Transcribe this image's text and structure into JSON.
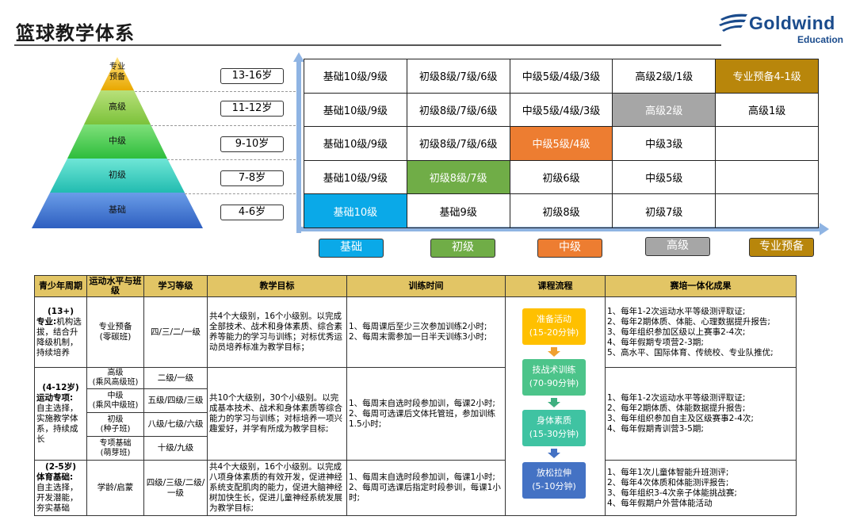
{
  "header": {
    "title": "篮球教学体系",
    "logo_text": "Goldwind",
    "logo_sub": "Education",
    "brand_color": "#1a4b8c"
  },
  "pyramid": {
    "levels": [
      "专业\n预备",
      "高级",
      "中级",
      "初级",
      "基础"
    ],
    "ages": [
      "13-16岁",
      "11-12岁",
      "9-10岁",
      "7-8岁",
      "4-6岁"
    ]
  },
  "level_grid": {
    "rows": [
      [
        "基础10级/9级",
        "初级8级/7级/6级",
        "中级5级/4级/3级",
        "高级2级/1级",
        "专业预备4-1级"
      ],
      [
        "基础10级/9级",
        "初级8级/7级/6级",
        "中级5级/4级/3级",
        "高级2级",
        "高级1级"
      ],
      [
        "基础10级/9级",
        "初级8级/7级/6级",
        "中级5级/4级",
        "中级3级",
        ""
      ],
      [
        "基础10级/9级",
        "初级8级/7级",
        "初级6级",
        "中级5级",
        ""
      ],
      [
        "基础10级",
        "基础9级",
        "初级8级",
        "初级7级",
        ""
      ]
    ],
    "highlight_colors": {
      "blue": "#0aa9e8",
      "green": "#70ad47",
      "orange": "#ed7d31",
      "gray": "#a6a6a6",
      "gold": "#b8860b"
    }
  },
  "legend": [
    "基础",
    "初级",
    "中级",
    "高级",
    "专业预备"
  ],
  "table": {
    "headers": [
      "青少年周期",
      "运动水平与班级",
      "学习等级",
      "教学目标",
      "训练时间",
      "课程流程",
      "赛培一体化成果"
    ],
    "pro": {
      "period_age": "(13+)",
      "period_title": "专业:",
      "period_text": "机构选拔，结合升降级机制，持续培养",
      "class": "专业预备\n(零碳班)",
      "grade": "四/三/二/一级",
      "goal": "共4个大级别，16个小级别。以完成全部技术、战术和身体素质、综合素养等能力的学习与训练；对标优秀运动员培养标准为教学目标；",
      "time": "1、每周课后至少三次参加训练2小时;\n2、每周末需参加一日半天训练3小时;",
      "results": "1、每年1-2次运动水平等级测评取证;\n2、每年2期体质、体能、心理数据提升报告;\n3、每年组织参加区级以上赛事2-4次;\n4、每年假期专项营2-3期;\n5、高水平、国际体育、传统校、专业队推优;"
    },
    "mid": {
      "period_age": "(4-12岁)",
      "period_title": "运动专项:",
      "period_text": "自主选择，实施教学体系，持续成长",
      "classes": [
        "高级\n(乘风高级班)",
        "中级\n(乘风中级班)",
        "初级\n(种子班)",
        "专项基础\n(萌芽班)"
      ],
      "grades": [
        "二级/一级",
        "五级/四级/三级",
        "八级/七级/六级",
        "十级/九级"
      ],
      "goal": "共10个大级别，30个小级别。以完成基本技术、战术和身体素质等综合能力的学习与训练；对标培养一项兴趣爱好，并学有所成为教学目标;",
      "time": "1、每周末自选时段参加训，每课2小时;\n2、每周可选课后文体托管班，参加训练1.5小时;",
      "results": "1、每年1-2次运动水平等级测评取证;\n2、每年2期体质、体能数据提升报告;\n3、每年组织参加自主及区级赛事2-4次;\n4、每年假期青训营3-5期;"
    },
    "base": {
      "period_age": "(2-5岁)",
      "period_title": "体育基础:",
      "period_text": "自主选择，开发潜能，夯实基础",
      "class": "学龄/启蒙",
      "grade": "四级/三级/二级/一级",
      "goal": "共4个大级别，16个小级别。以完成八项身体素质的有效开发，促进神经系统支配肌肉的能力，促进大脑神经树加快生长，促进儿童神经系统发展为教学目标;",
      "time": "1、每周末自选时段参加训，每课1小时;\n2、每周可选课后指定时段参训，每课1小时;",
      "results": "1、每年1次儿童体智能升班测评;\n2、每年4次体质和体能测评报告;\n3、每年组织3-4次亲子体能挑战赛;\n4、每年假期户外营体能活动"
    },
    "flow": [
      {
        "label": "准备活动",
        "duration": "(15-20分钟)",
        "color": "#ffc000"
      },
      {
        "label": "技战术训练",
        "duration": "(70-90分钟)",
        "color": "#4cc48a"
      },
      {
        "label": "身体素质",
        "duration": "(15-30分钟)",
        "color": "#3fc3a2"
      },
      {
        "label": "放松拉伸",
        "duration": "(5-10分钟)",
        "color": "#4472c4"
      }
    ]
  }
}
